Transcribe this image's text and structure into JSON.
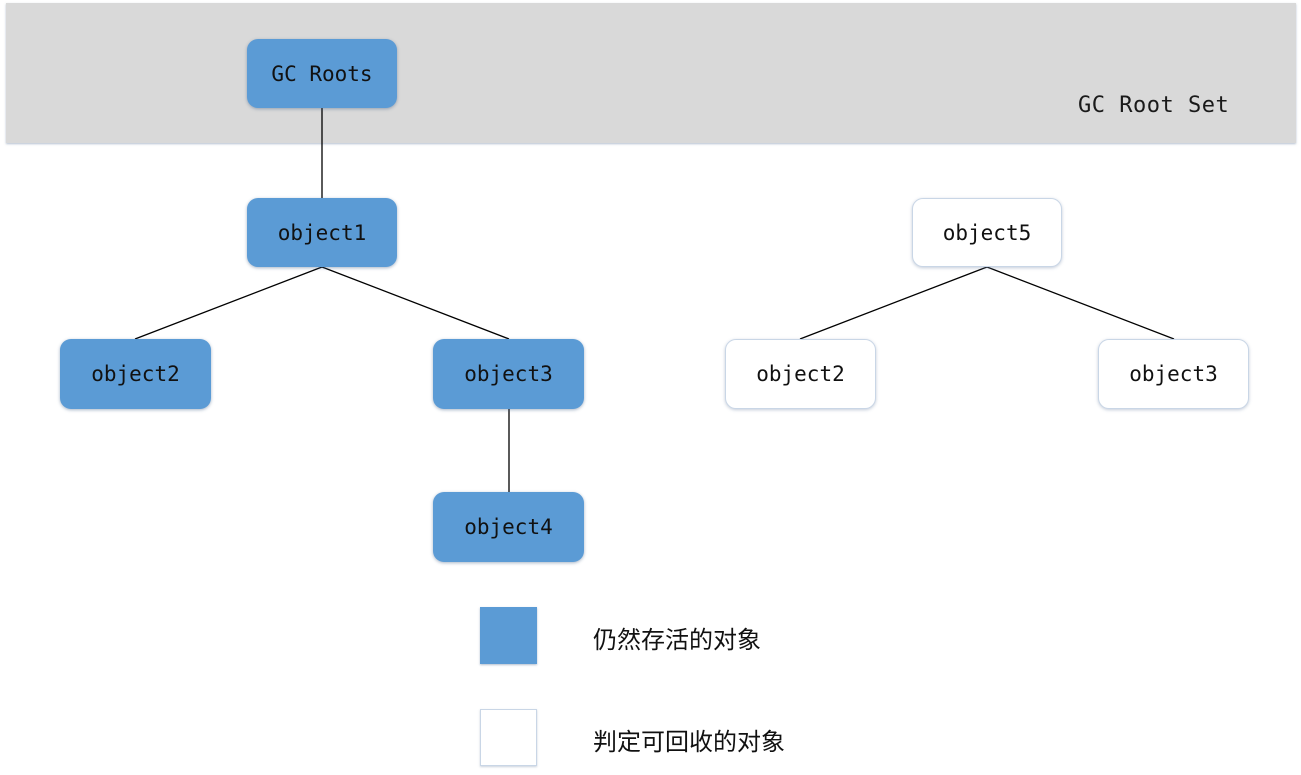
{
  "root_set": {
    "label": "GC Root Set"
  },
  "nodes": {
    "gc_roots": "GC Roots",
    "live_object1": "object1",
    "live_object2": "object2",
    "live_object3": "object3",
    "live_object4": "object4",
    "dead_object5": "object5",
    "dead_object2": "object2",
    "dead_object3": "object3"
  },
  "legend": {
    "live_label": "仍然存活的对象",
    "dead_label": "判定可回收的对象"
  },
  "colors": {
    "live_fill": "#5b9bd5",
    "dead_fill": "#ffffff",
    "root_set_band": "#d9d9d9",
    "edge": "#000000"
  }
}
